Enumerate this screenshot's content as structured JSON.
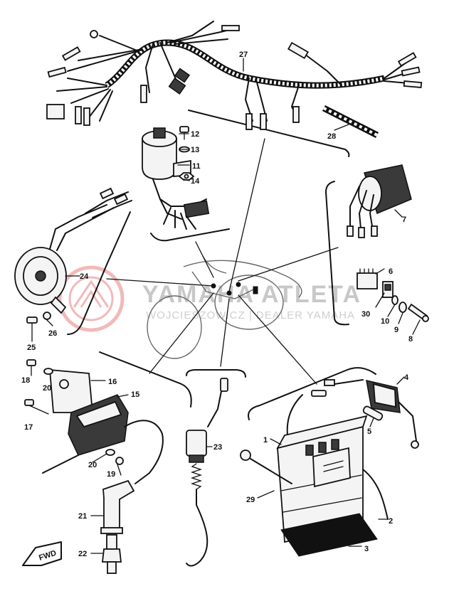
{
  "watermark": {
    "title": "YAMAHA ATLETA",
    "subtitle": "WOJCIESZOW.CZ | DEALER YAMAHA",
    "logo_color": "#e88080"
  },
  "direction_tag": "FWD",
  "callouts": [
    "1",
    "2",
    "3",
    "4",
    "5",
    "6",
    "7",
    "8",
    "9",
    "10",
    "11",
    "12",
    "13",
    "14",
    "15",
    "16",
    "17",
    "18",
    "19",
    "20",
    "20",
    "21",
    "22",
    "23",
    "24",
    "25",
    "26",
    "27",
    "28",
    "29",
    "30"
  ]
}
